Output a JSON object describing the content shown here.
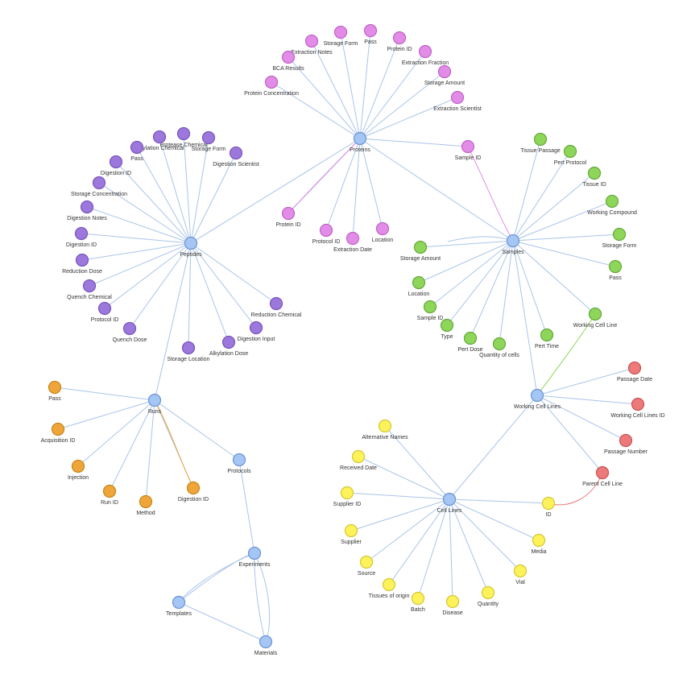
{
  "colors": {
    "hub": "#a4c6f4",
    "hub_stroke": "#6c93d3",
    "proteins": "#e28ce8",
    "proteins_stroke": "#c062c6",
    "peptides": "#9c78dc",
    "peptides_stroke": "#7855bb",
    "samples": "#8ed65a",
    "samples_stroke": "#63a93a",
    "cell_lines": "#fdf25a",
    "cell_lines_stroke": "#d4c733",
    "working_cell_lines": "#ec7a7a",
    "working_cell_lines_stroke": "#c95353",
    "runs": "#eea63a",
    "runs_stroke": "#c98419",
    "edge_default": "#aac4ea"
  },
  "hubs": {
    "proteins": "Proteins",
    "peptides": "Peptides",
    "samples": "Samples",
    "runs": "Runs",
    "protocols": "Protocols",
    "experiments": "Experiments",
    "templates": "Templates",
    "materials": "Materials",
    "cell_lines": "Cell Lines",
    "working_cell_lines": "Working Cell Lines"
  },
  "attributes": {
    "proteins": [
      "Storage Form",
      "Pass",
      "Extraction Notes",
      "Protein ID",
      "Extraction Fraction",
      "BCA Results",
      "Storage Amount",
      "Protein Concentration",
      "Extraction Scientist",
      "Sample ID",
      "Protein ID",
      "Protocol ID",
      "Extraction Date",
      "Location"
    ],
    "peptides": [
      "Protease Chemical",
      "Alkylation Chemical",
      "Storage Form",
      "Pass",
      "Digestion Scientist",
      "Digestion ID",
      "Storage Concentration",
      "Digestion Notes",
      "Digestion ID",
      "Reduction Dose",
      "Quench Chemical",
      "Protocol ID",
      "Reduction Chemical",
      "Quench Dose",
      "Digestion Input",
      "Alkylation Dose",
      "Storage Location"
    ],
    "samples": [
      "Tissue Passage",
      "Pert Protocol",
      "Tissue ID",
      "Working Compound",
      "Storage Form",
      "Pass",
      "Storage Amount",
      "Location",
      "Sample ID",
      "Type",
      "Pert Dose",
      "Quantity of cells",
      "Pert Time",
      "Working Cell Line"
    ],
    "working_cell_lines": [
      "Passage Date",
      "Working Cell Lines ID",
      "Passage Number",
      "Parent Cell Line"
    ],
    "cell_lines": [
      "Alternative Names",
      "Received Date",
      "Supplier ID",
      "Supplier",
      "Source",
      "Tissues of origin",
      "Batch",
      "Disease",
      "Quantity",
      "Vial",
      "Media",
      "ID"
    ],
    "runs": [
      "Pass",
      "Acquisition ID",
      "Injection",
      "Run ID",
      "Method",
      "Digestion ID"
    ]
  }
}
